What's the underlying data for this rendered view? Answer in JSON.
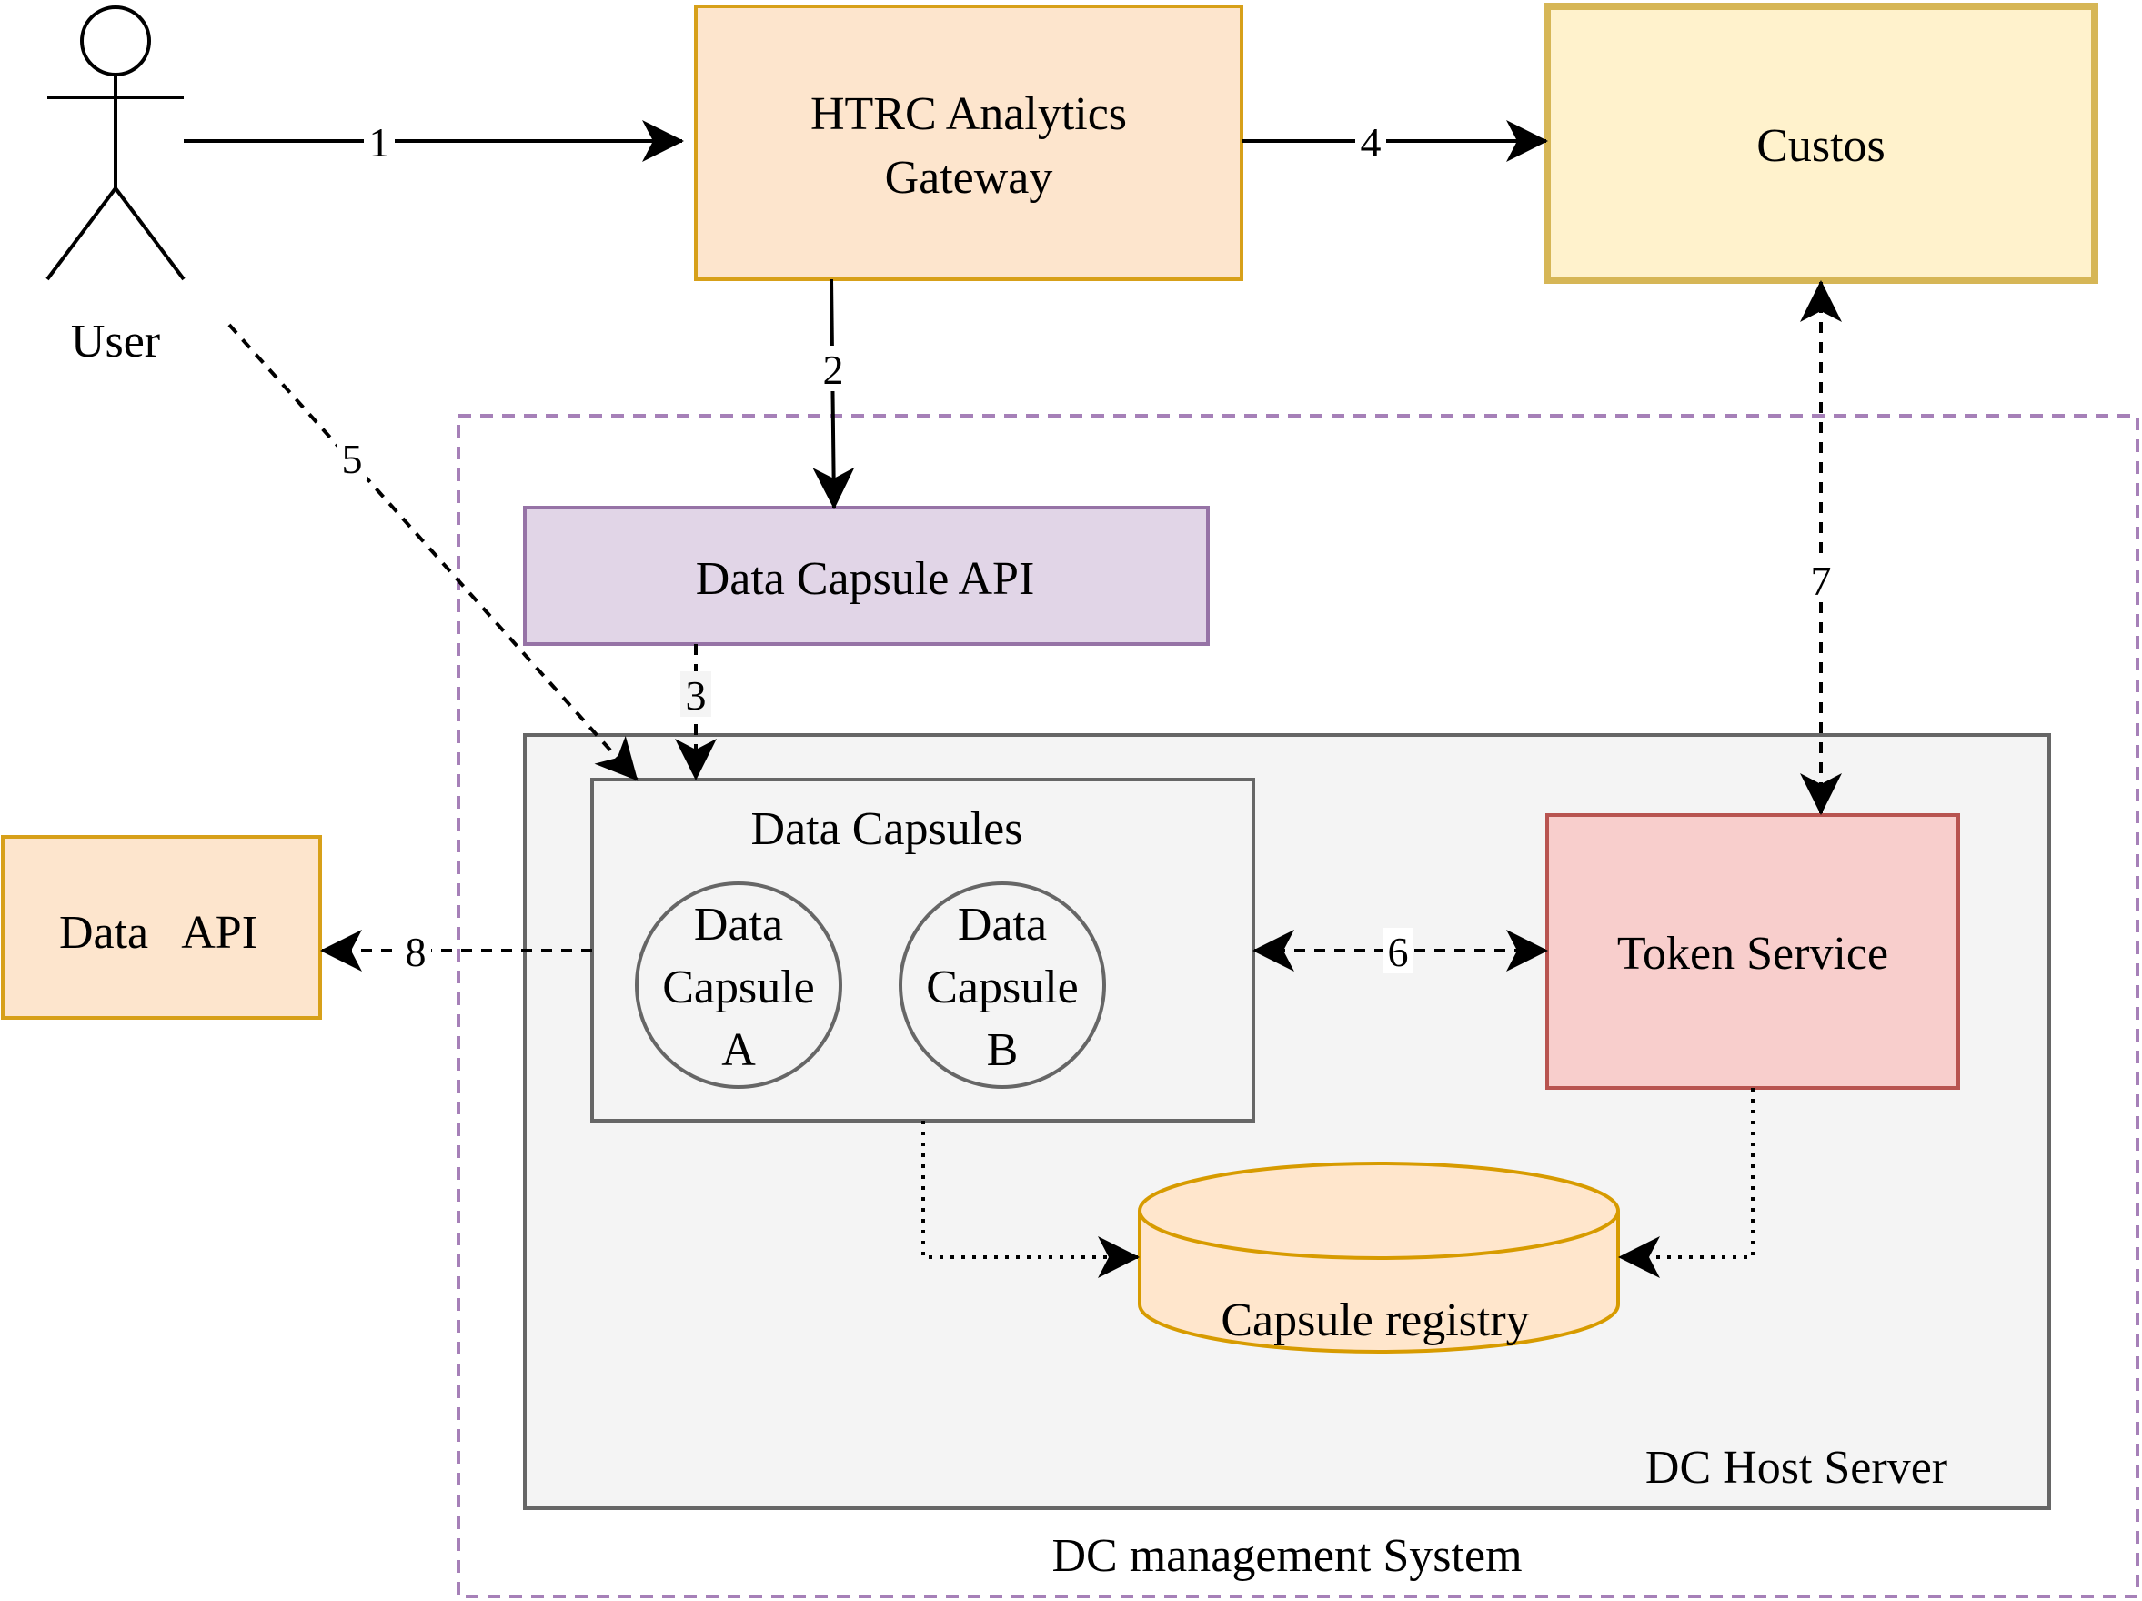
{
  "user": {
    "label": "User"
  },
  "gateway": {
    "line1": "HTRC Analytics",
    "line2": "Gateway"
  },
  "custos": {
    "label": "Custos"
  },
  "dc_api": {
    "label": "Data Capsule API"
  },
  "data_api": {
    "label": "Data   API"
  },
  "data_capsules": {
    "title": "Data Capsules",
    "capsule_a": [
      "Data",
      "Capsule",
      "A"
    ],
    "capsule_b": [
      "Data",
      "Capsule",
      "B"
    ]
  },
  "token_service": {
    "label": "Token Service"
  },
  "capsule_registry": {
    "label": "Capsule registry"
  },
  "dc_host_server": {
    "label": "DC Host Server"
  },
  "dc_management": {
    "label": "DC management System"
  },
  "edges": {
    "e1": "1",
    "e2": "2",
    "e3": "3",
    "e4": "4",
    "e5": "5",
    "e6": "6",
    "e7": "7",
    "e8": "8"
  },
  "colors": {
    "gateway_fill": "#fde5cd",
    "gateway_stroke": "#d7a019",
    "custos_fill": "#fff2cc",
    "custos_stroke": "#d6b656",
    "dc_api_fill": "#e1d5e7",
    "dc_api_stroke": "#9673a6",
    "token_fill": "#f8cecc",
    "token_stroke": "#b85450",
    "registry_fill": "#ffe6cc",
    "registry_stroke": "#d79b00",
    "host_fill": "#f4f4f4",
    "host_stroke": "#666666",
    "mgmt_stroke": "#a680b8"
  }
}
